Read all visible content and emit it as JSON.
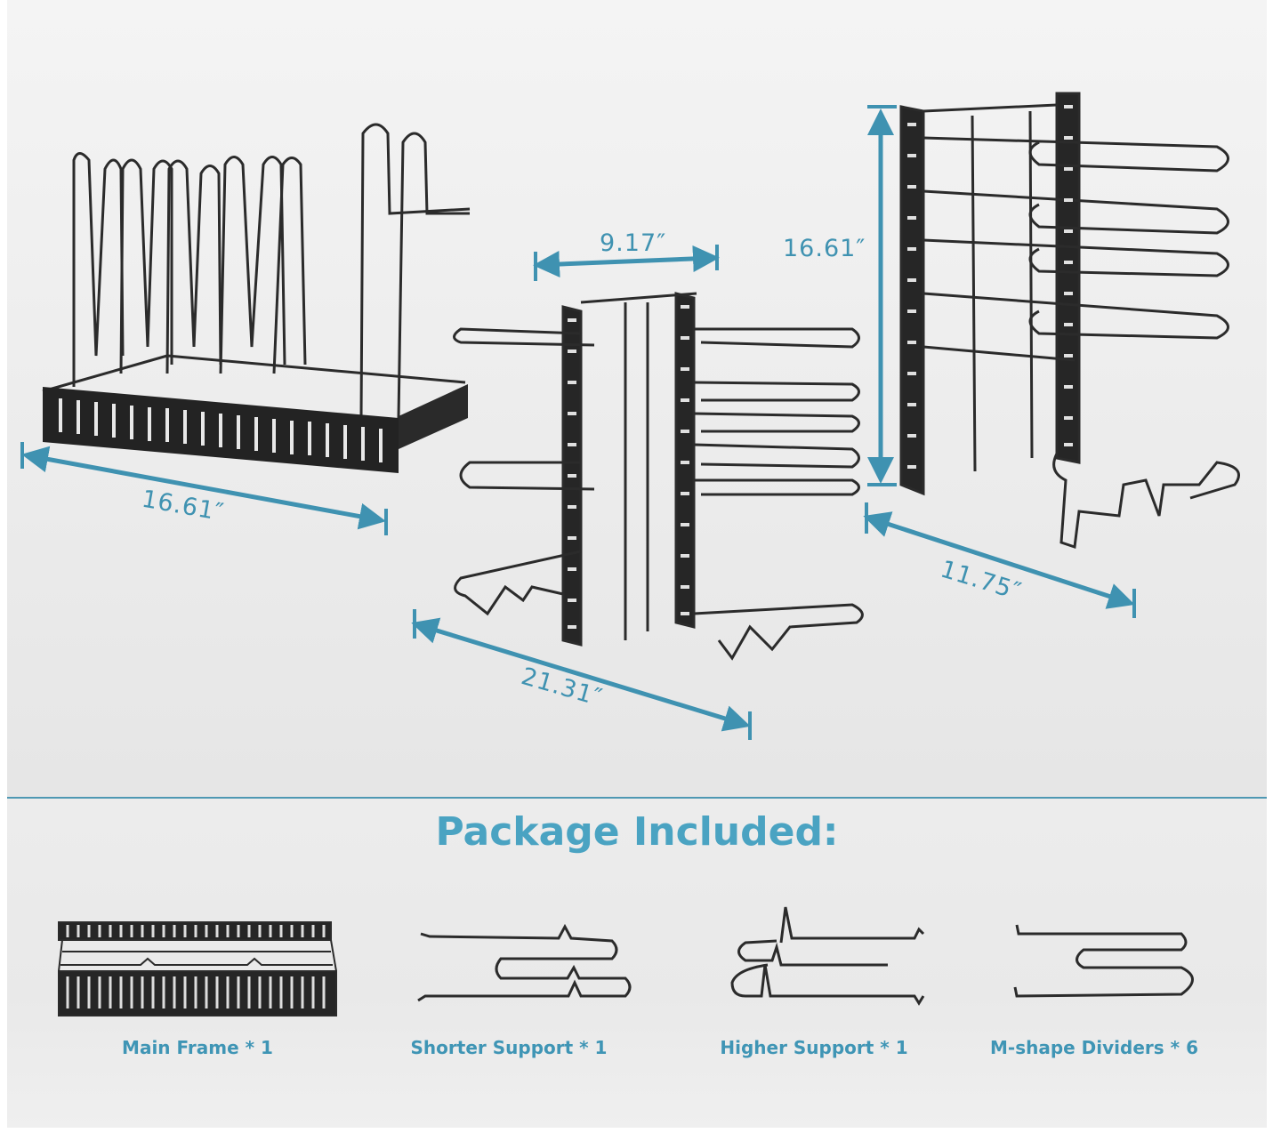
{
  "dimensions": {
    "base_length": "16.61″",
    "base_width": "9.17″",
    "height": "16.61″",
    "depth": "11.75″",
    "extended_length": "21.31″"
  },
  "package": {
    "title": "Package Included:",
    "items": [
      {
        "label": "Main Frame * 1"
      },
      {
        "label": "Shorter Support * 1"
      },
      {
        "label": "Higher Support * 1"
      },
      {
        "label": "M-shape Dividers * 6"
      }
    ]
  },
  "colors": {
    "accent": "#3f92b1",
    "metal": "#2a2a2a",
    "background": "#ececec"
  }
}
